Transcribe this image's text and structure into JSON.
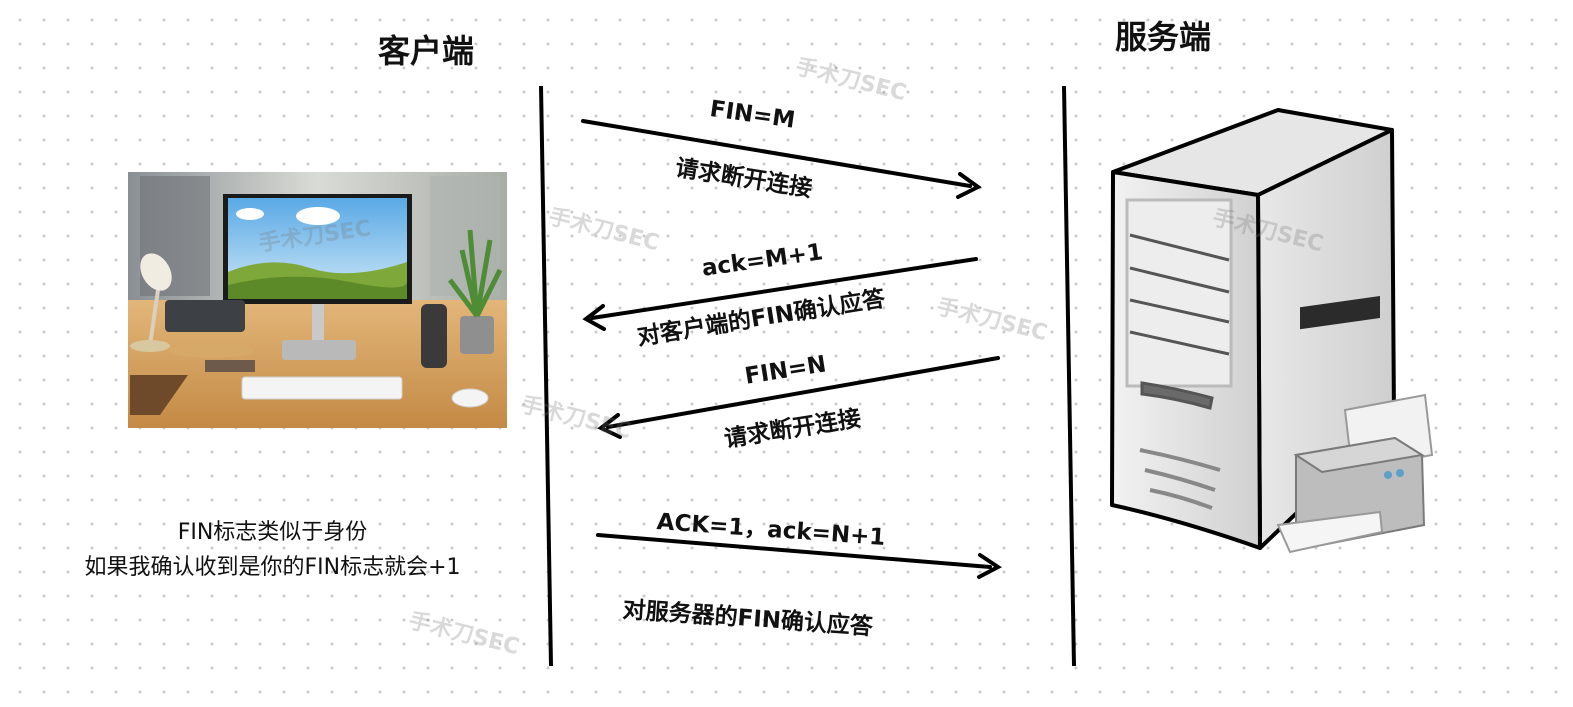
{
  "client_title": "客户端",
  "server_title": "服务端",
  "watermark": "手术刀SEC",
  "messages": [
    {
      "top": "FIN=M",
      "bottom": "请求断开连接",
      "direction": "client-to-server"
    },
    {
      "top": "ack=M+1",
      "bottom": "对客户端的FIN确认应答",
      "direction": "server-to-client"
    },
    {
      "top": "FIN=N",
      "bottom": "请求断开连接",
      "direction": "server-to-client"
    },
    {
      "top": "ACK=1，ack=N+1",
      "bottom": "对服务器的FIN确认应答",
      "direction": "client-to-server"
    }
  ],
  "note": {
    "line1": "FIN标志类似于身份",
    "line2": "如果我确认收到是你的FIN标志就会+1"
  }
}
